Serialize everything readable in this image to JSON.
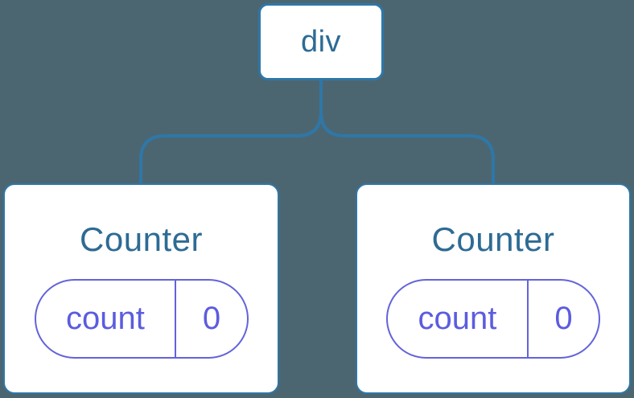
{
  "diagram": {
    "description": "Component tree: a div root element with two Counter children, each holding its own count state",
    "root": {
      "label": "div"
    },
    "children": [
      {
        "title": "Counter",
        "state": {
          "key": "count",
          "value": "0"
        }
      },
      {
        "title": "Counter",
        "state": {
          "key": "count",
          "value": "0"
        }
      }
    ],
    "colors": {
      "background": "#4C6671",
      "connector": "#2E77A8",
      "node_fill": "#FFFFFF",
      "node_text": "#2D6B94",
      "state_border": "#6363DB",
      "state_text": "#5C5CDF"
    }
  }
}
